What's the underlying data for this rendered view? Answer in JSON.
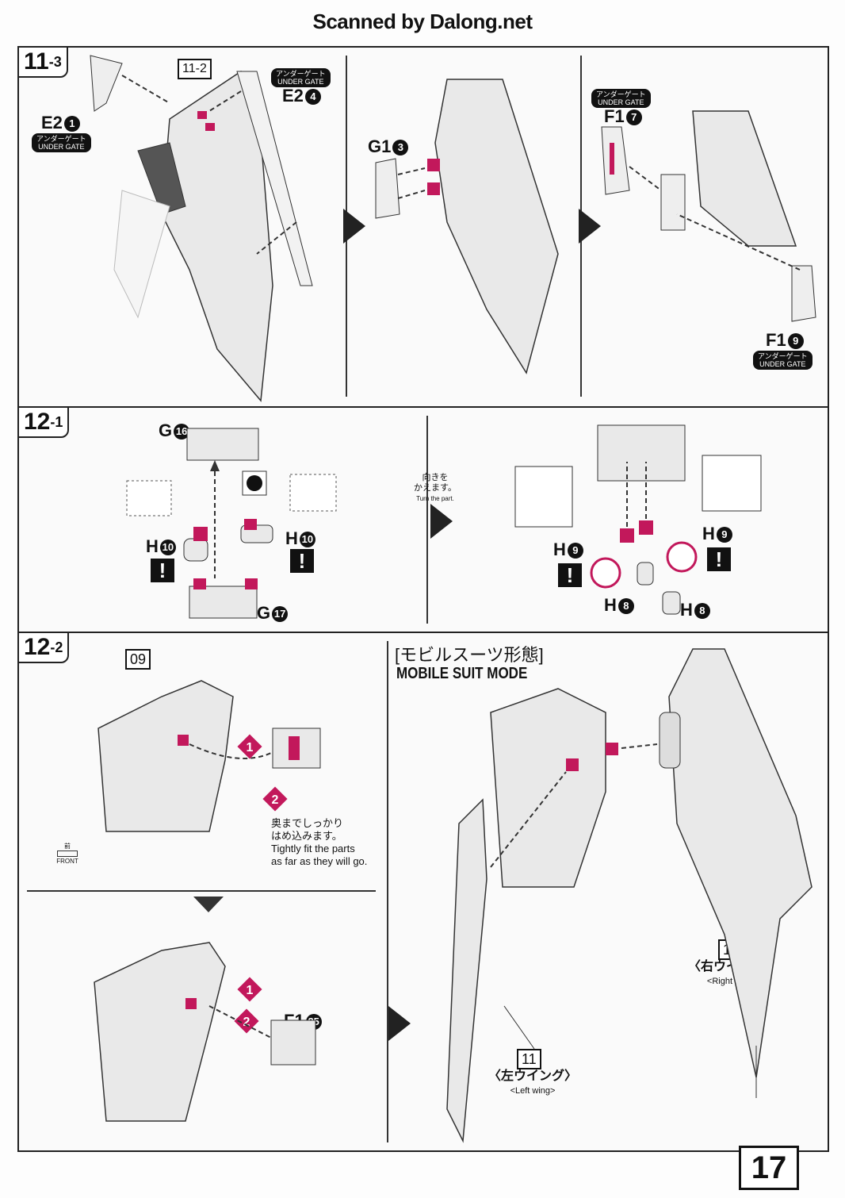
{
  "watermark": "Scanned by Dalong.net",
  "page_number": "17",
  "step_11_3": {
    "label": "11",
    "sub": "-3",
    "ref_step": "11-2",
    "parts": [
      {
        "runner": "E2",
        "num": "1",
        "gate_jp": "アンダーゲート",
        "gate_en": "UNDER GATE"
      },
      {
        "runner": "E2",
        "num": "4",
        "gate_jp": "アンダーゲート",
        "gate_en": "UNDER GATE"
      },
      {
        "runner": "G1",
        "num": "3"
      },
      {
        "runner": "F1",
        "num": "7",
        "gate_jp": "アンダーゲート",
        "gate_en": "UNDER GATE"
      },
      {
        "runner": "F1",
        "num": "9",
        "gate_jp": "アンダーゲート",
        "gate_en": "UNDER GATE"
      }
    ]
  },
  "step_12_1": {
    "label": "12",
    "sub": "-1",
    "parts": {
      "g16": {
        "runner": "G",
        "num": "16"
      },
      "g17": {
        "runner": "G",
        "num": "17"
      },
      "h10a": {
        "runner": "H",
        "num": "10"
      },
      "h10b": {
        "runner": "H",
        "num": "10"
      },
      "h9a": {
        "runner": "H",
        "num": "9"
      },
      "h9b": {
        "runner": "H",
        "num": "9"
      },
      "h8a": {
        "runner": "H",
        "num": "8"
      },
      "h8b": {
        "runner": "H",
        "num": "8"
      }
    },
    "turn_note_jp1": "向きを",
    "turn_note_jp2": "かえます。",
    "turn_note_en": "Turn the part.",
    "warning": "!"
  },
  "step_12_2": {
    "label": "12",
    "sub": "-2",
    "ref_box": "09",
    "step_one": "1",
    "step_two": "2",
    "fit_note_jp1": "奥までしっかり",
    "fit_note_jp2": "はめ込みます。",
    "fit_note_en1": "Tightly fit the parts",
    "fit_note_en2": "as far as they will go.",
    "front_jp": "前",
    "front_en": "FRONT",
    "part_f1": {
      "runner": "F1",
      "num": "25"
    },
    "mode_jp": "[モビルスーツ形態]",
    "mode_en": "MOBILE SUIT MODE",
    "right_wing": {
      "box": "10",
      "jp": "〈右ウイング〉",
      "en": "<Right wing>"
    },
    "left_wing": {
      "box": "11",
      "jp": "〈左ウイング〉",
      "en": "<Left wing>"
    }
  },
  "colors": {
    "accent": "#c2185b",
    "pink_arrow": "#e57fa8",
    "ink": "#111111"
  }
}
